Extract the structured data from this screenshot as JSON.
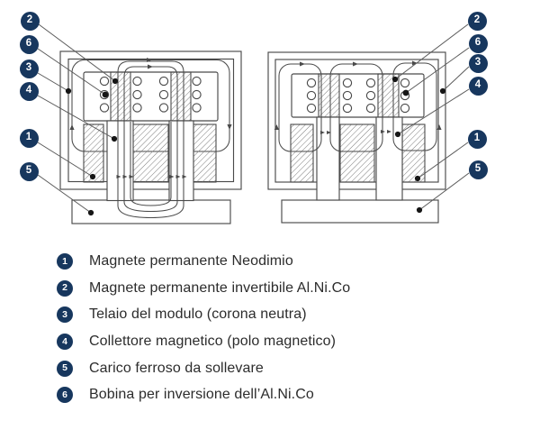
{
  "colors": {
    "badge": "#17375e",
    "line": "#4a4a4a",
    "leader": "#5a5a5a",
    "dot": "#161616",
    "hatch": "#7d7d7d",
    "text": "#2c2c2c"
  },
  "diagrams": {
    "left": {
      "callouts": [
        "2",
        "6",
        "3",
        "4",
        "1",
        "5"
      ]
    },
    "right": {
      "callouts": [
        "2",
        "6",
        "3",
        "4",
        "1",
        "5"
      ]
    }
  },
  "legend": {
    "items": [
      {
        "n": "1",
        "label": "Magnete permanente Neodimio"
      },
      {
        "n": "2",
        "label": "Magnete permanente invertibile Al.Ni.Co"
      },
      {
        "n": "3",
        "label": "Telaio del modulo (corona neutra)"
      },
      {
        "n": "4",
        "label": "Collettore magnetico (polo magnetico)"
      },
      {
        "n": "5",
        "label": "Carico ferroso da sollevare"
      },
      {
        "n": "6",
        "label": "Bobina per inversione dell’Al.Ni.Co"
      }
    ]
  }
}
